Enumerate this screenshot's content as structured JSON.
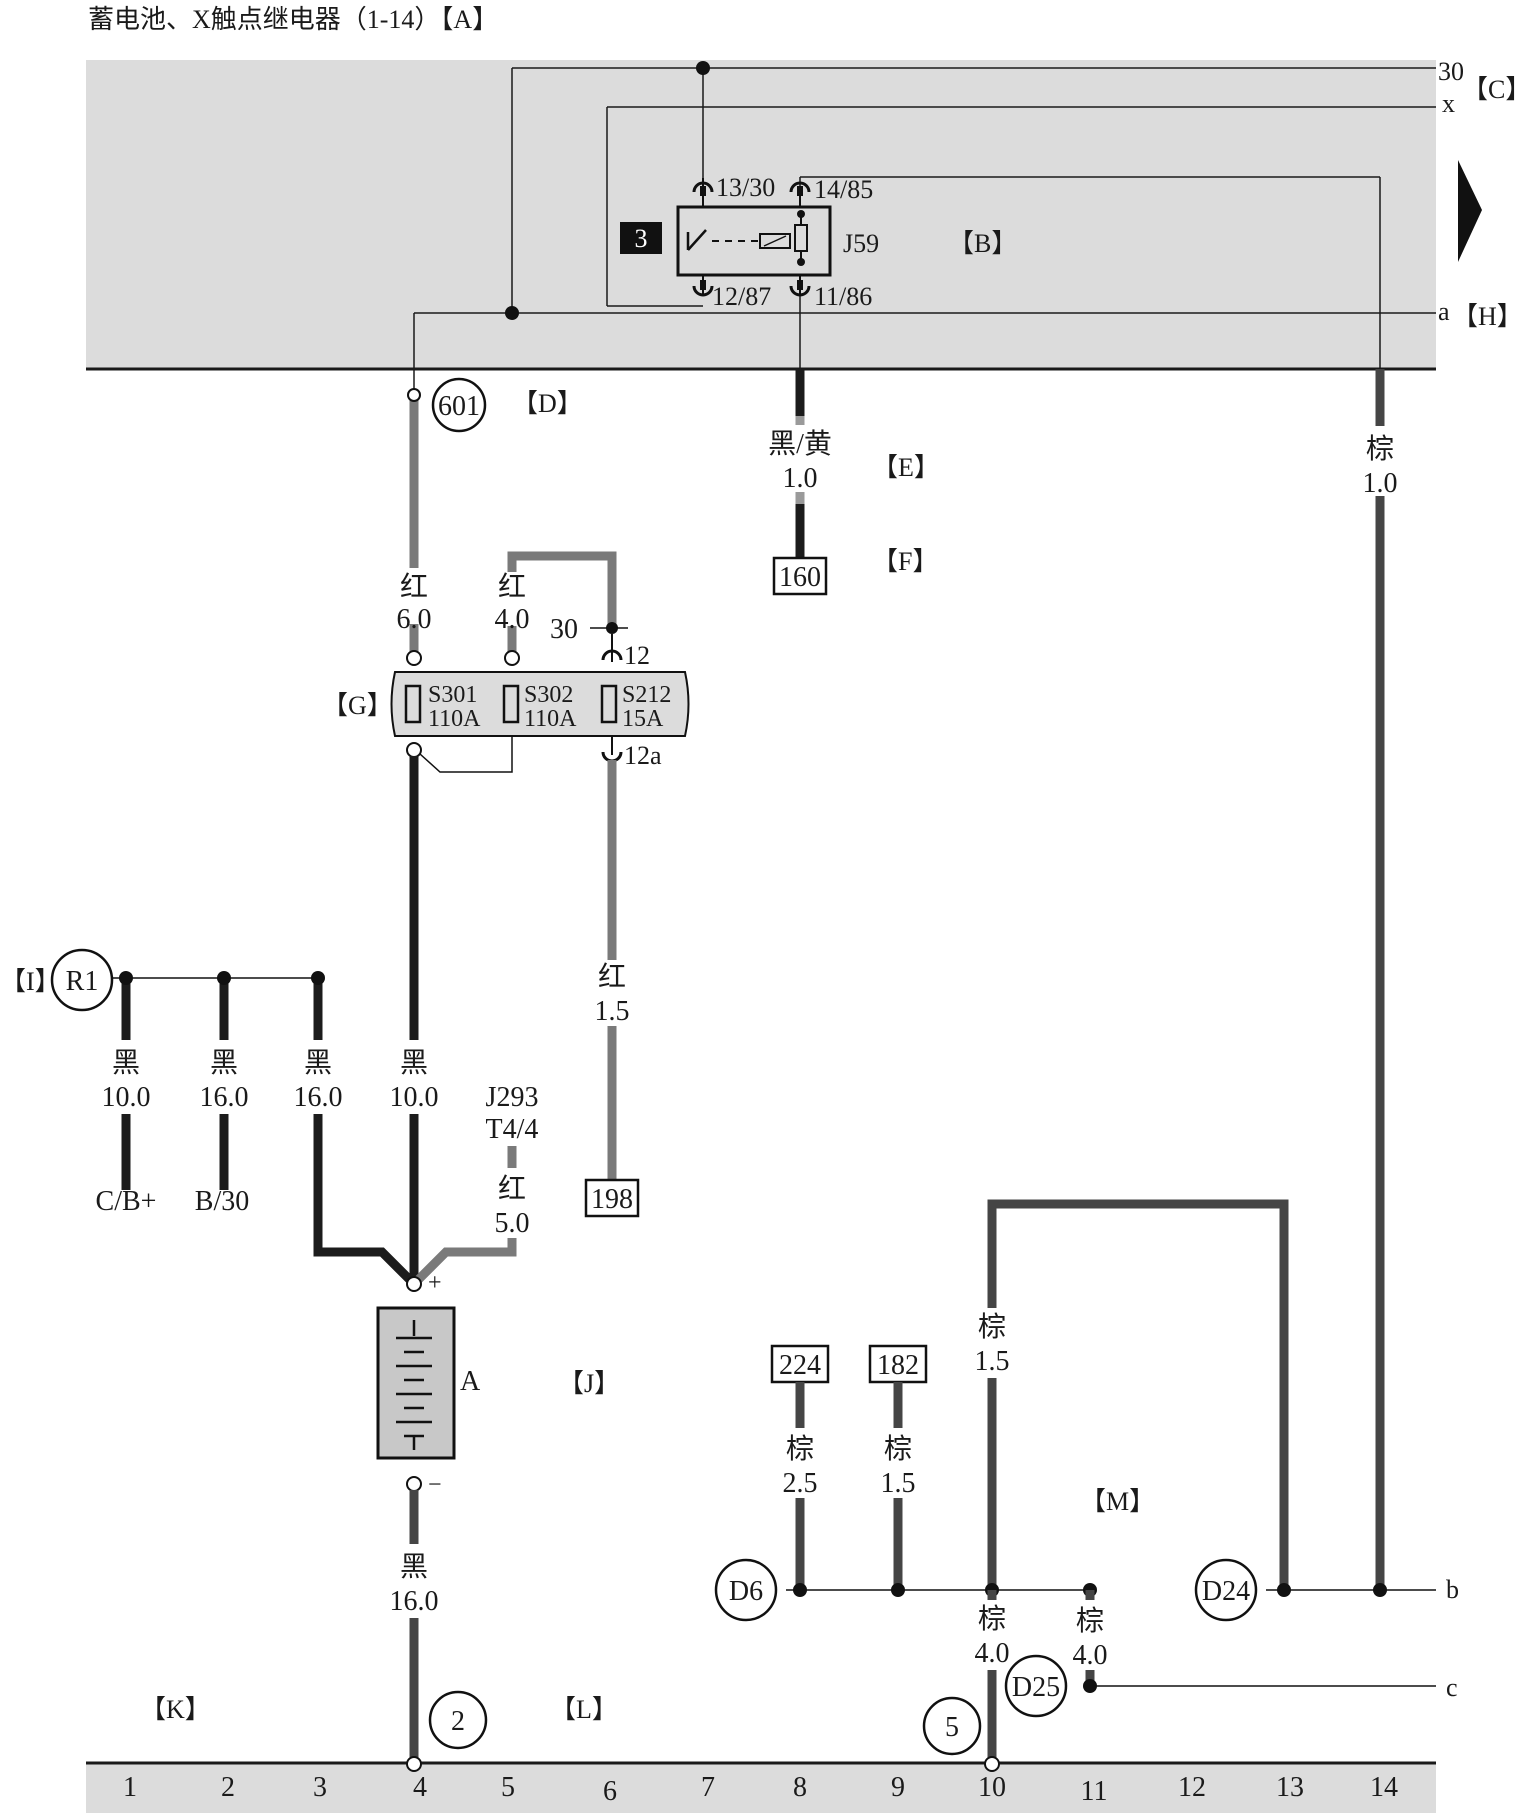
{
  "title": "蓄电池、X触点继电器（1-14）【A】",
  "callouts": {
    "B": "【B】",
    "C": "【C】",
    "D": "【D】",
    "E": "【E】",
    "F": "【F】",
    "G": "【G】",
    "H": "【H】",
    "I": "【I】",
    "J": "【J】",
    "K": "【K】",
    "L": "【L】",
    "M": "【M】"
  },
  "bus_labels": {
    "b30": "30",
    "x": "x",
    "a": "a",
    "b": "b",
    "c": "c"
  },
  "relay": {
    "marker": "3",
    "name": "J59",
    "pins": {
      "p13": "13/30",
      "p14": "14/85",
      "p12": "12/87",
      "p11": "11/86"
    }
  },
  "fuses": {
    "s301": {
      "name": "S301",
      "rating": "110A"
    },
    "s302": {
      "name": "S302",
      "rating": "110A"
    },
    "s212": {
      "name": "S212",
      "rating": "15A"
    },
    "term30": "30",
    "pin12": "12",
    "pin12a": "12a"
  },
  "connectors": {
    "c601": "601",
    "r1": "R1",
    "d6": "D6",
    "d24": "D24",
    "d25": "D25",
    "g2": "2",
    "g5": "5"
  },
  "boxes": {
    "b160": "160",
    "b198": "198",
    "b224": "224",
    "b182": "182"
  },
  "wires": {
    "w_bk_yl": {
      "color": "黑/黄",
      "size": "1.0"
    },
    "w_br_1": {
      "color": "棕",
      "size": "1.0"
    },
    "w_rd_6": {
      "color": "红",
      "size": "6.0"
    },
    "w_rd_4": {
      "color": "红",
      "size": "4.0"
    },
    "w_rd_15": {
      "color": "红",
      "size": "1.5"
    },
    "w_bk_10a": {
      "color": "黑",
      "size": "10.0"
    },
    "w_bk_16a": {
      "color": "黑",
      "size": "16.0"
    },
    "w_bk_16b": {
      "color": "黑",
      "size": "16.0"
    },
    "w_bk_10b": {
      "color": "黑",
      "size": "10.0"
    },
    "w_rd_5": {
      "color": "红",
      "size": "5.0"
    },
    "w_bk_16c": {
      "color": "黑",
      "size": "16.0"
    },
    "w_br_15a": {
      "color": "棕",
      "size": "1.5"
    },
    "w_br_25": {
      "color": "棕",
      "size": "2.5"
    },
    "w_br_15b": {
      "color": "棕",
      "size": "1.5"
    },
    "w_br_4a": {
      "color": "棕",
      "size": "4.0"
    },
    "w_br_4b": {
      "color": "棕",
      "size": "4.0"
    }
  },
  "destinations": {
    "cb": "C/B+",
    "b30": "B/30"
  },
  "j293": {
    "name": "J293",
    "pin": "T4/4"
  },
  "battery": {
    "name": "A",
    "plus": "+",
    "minus": "−"
  },
  "ground_numbers": [
    "1",
    "2",
    "3",
    "4",
    "5",
    "6",
    "7",
    "8",
    "9",
    "10",
    "11",
    "12",
    "13",
    "14"
  ],
  "colors": {
    "red_wire": "#7a7a7a",
    "black_wire": "#1c1c1c",
    "brown_wire": "#454545",
    "panel": "#dcdcdc"
  }
}
